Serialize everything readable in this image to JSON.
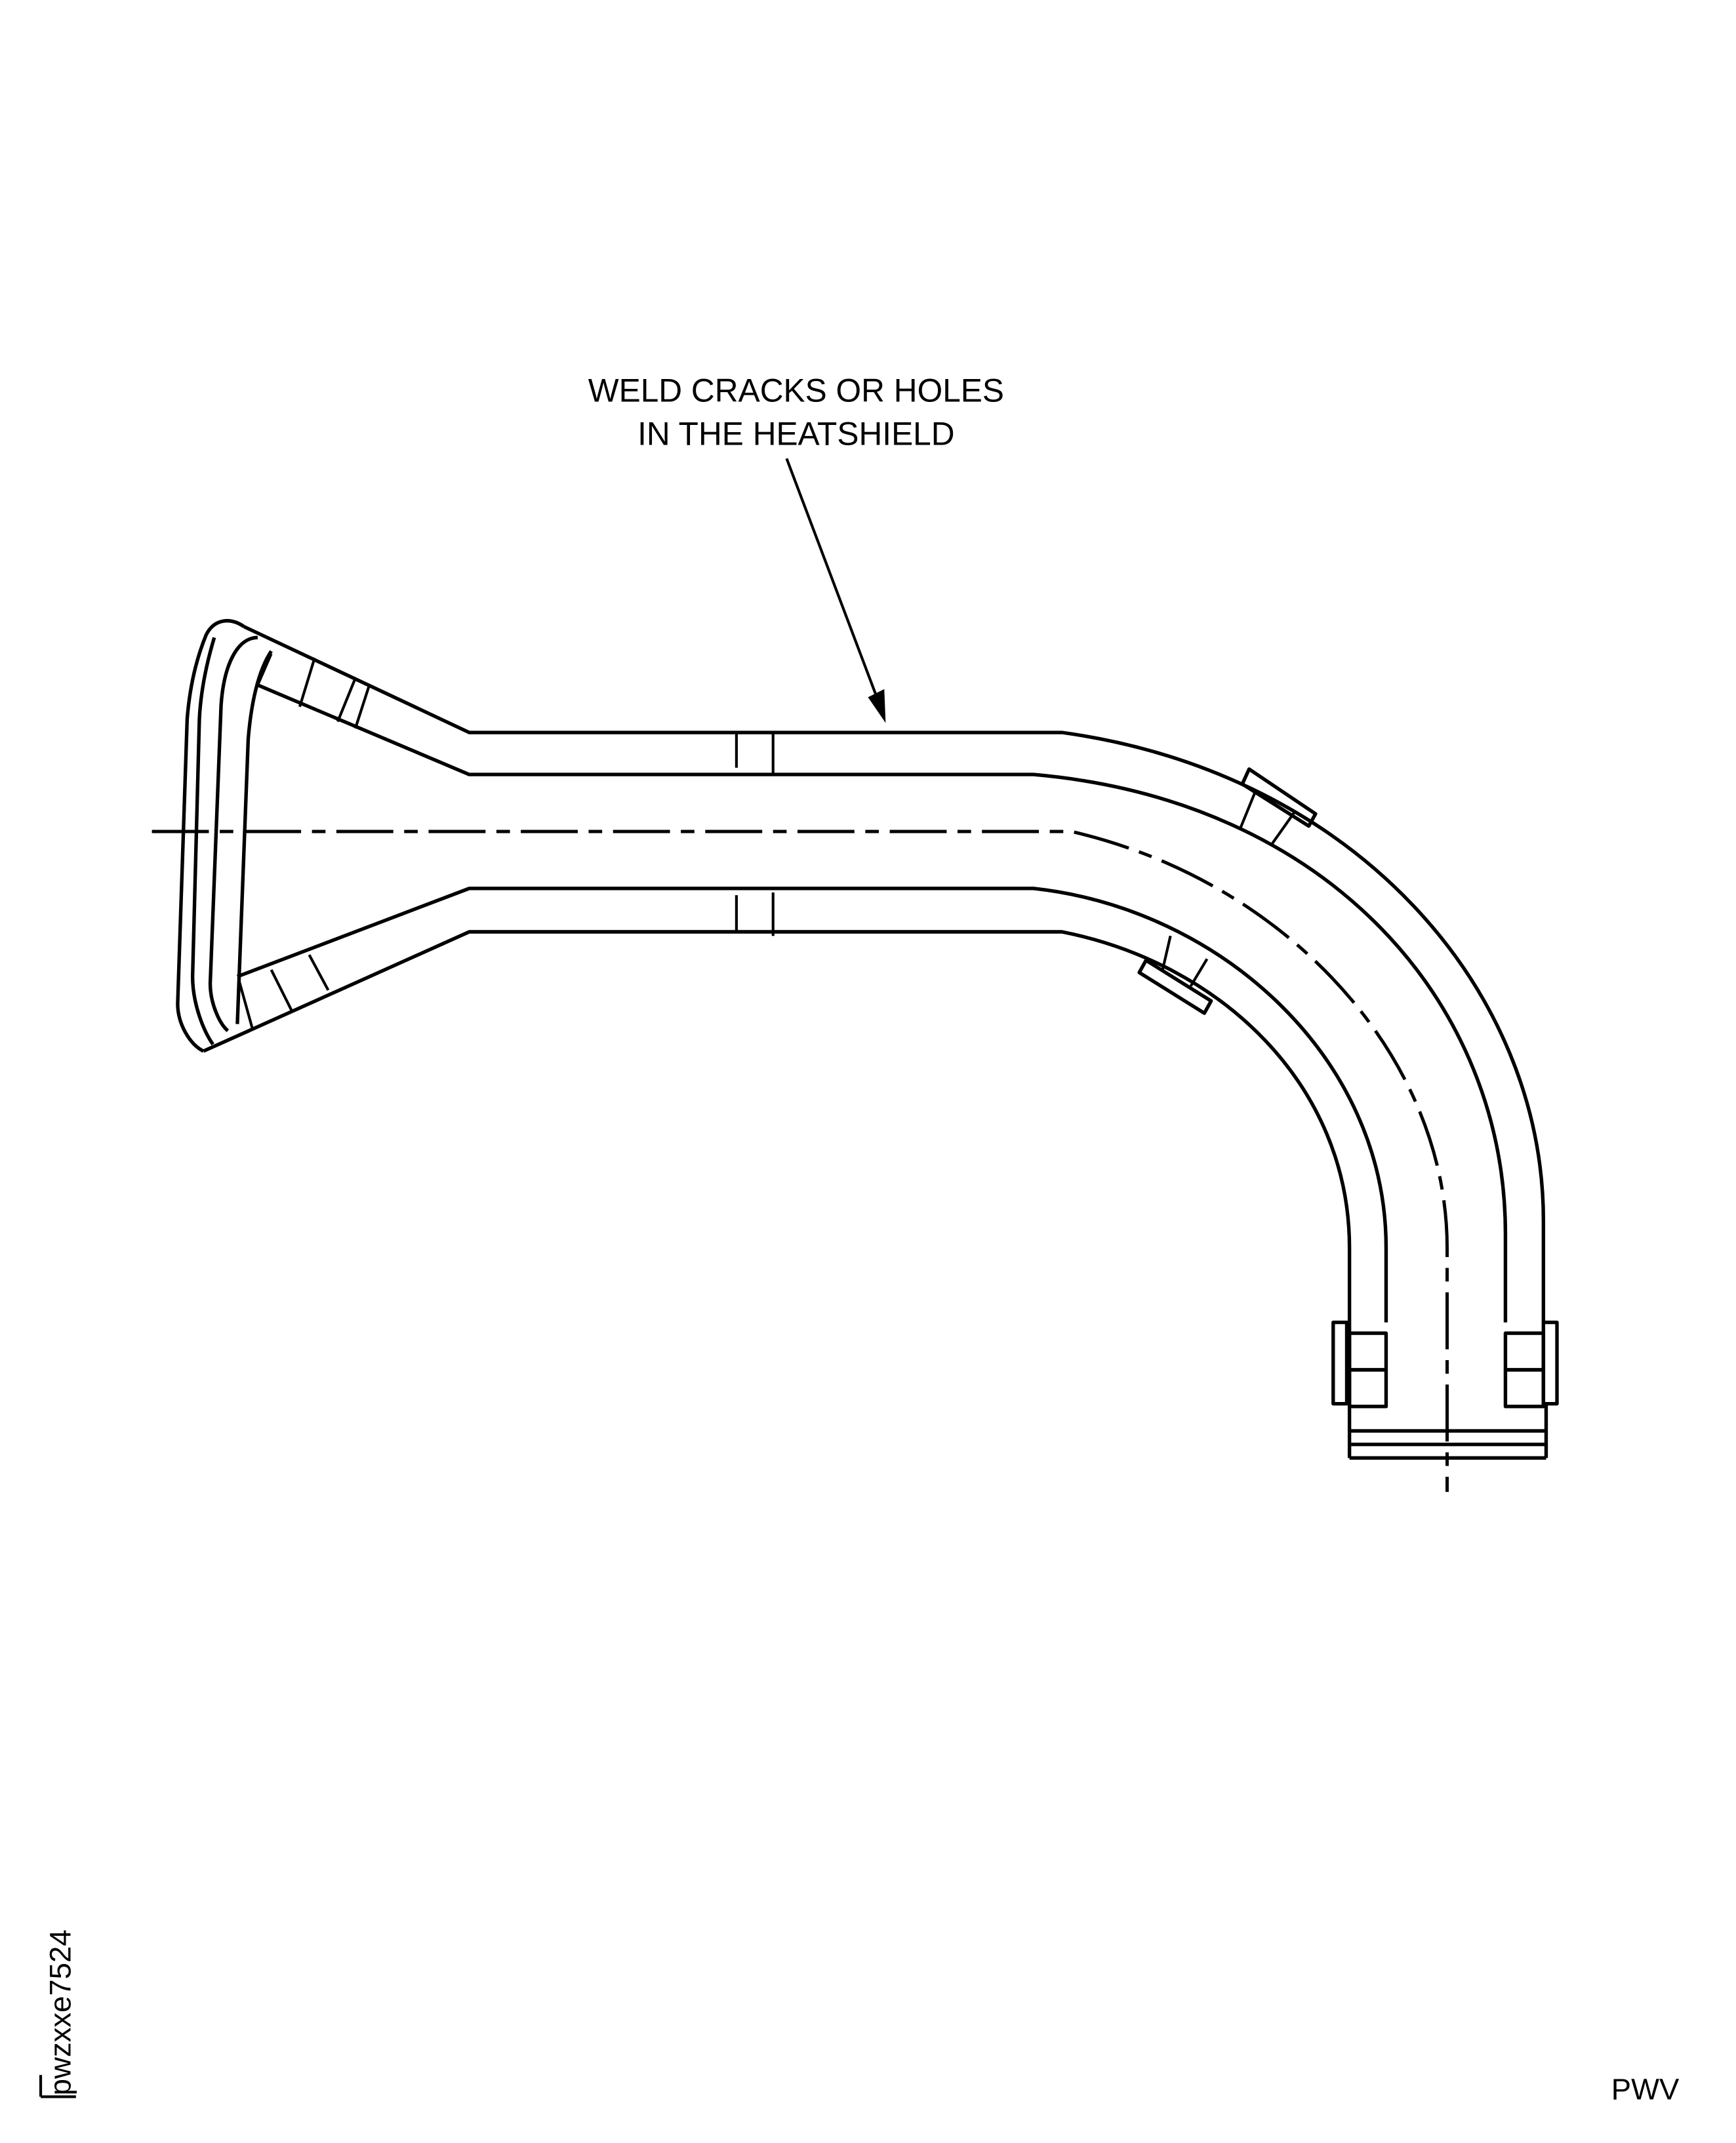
{
  "callout": {
    "line1": "WELD CRACKS OR HOLES",
    "line2": "IN THE HEATSHIELD"
  },
  "figure_id": "pwzxxe7524",
  "corner_code": "PWV"
}
